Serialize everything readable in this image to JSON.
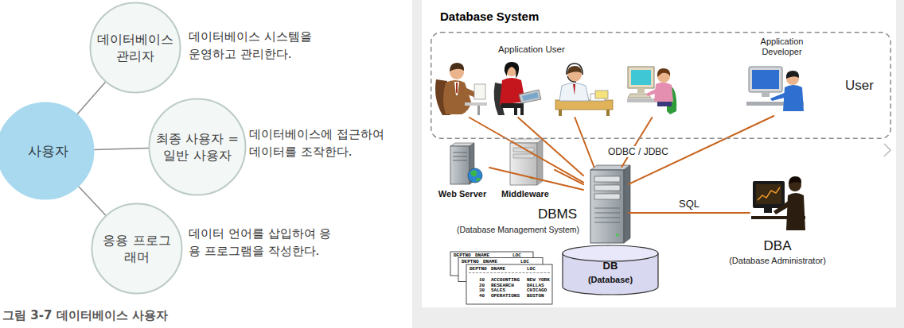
{
  "diagram": {
    "title": "Database System",
    "caption": "그림 3-7 데이터베이스 사용자",
    "nodes": [
      {
        "text": [
          "데이터베이스 관리자"
        ]
      },
      {
        "text": [
          "사용자"
        ]
      },
      {
        "text": [
          "최종 사용자 = 일반 사용자"
        ]
      },
      {
        "text": [
          "응용 프로그래머"
        ]
      },
      {
        "text": [
          "User"
        ]
      },
      {
        "text": [
          "Application User"
        ],
        "in": 4
      },
      {
        "text": [
          "Application Developer"
        ],
        "in": 4
      },
      {
        "text": [
          "Web Server"
        ]
      },
      {
        "text": [
          "Middleware"
        ]
      },
      {
        "text": [
          "DBMS",
          "(Database Management System)"
        ]
      },
      {
        "text": [
          "DB",
          "(Database)"
        ]
      },
      {
        "text": [
          "DBA",
          "(Database Administrator)"
        ]
      }
    ],
    "edges": [
      {
        "from": 1,
        "to": 0,
        "arrow": "none"
      },
      {
        "from": 1,
        "to": 2,
        "arrow": "none"
      },
      {
        "from": 1,
        "to": 3,
        "arrow": "none"
      },
      {
        "from": 5,
        "to": 9,
        "arrow": "none"
      },
      {
        "from": 6,
        "to": 9,
        "arrow": "none"
      },
      {
        "from": 7,
        "to": 9,
        "arrow": "none"
      },
      {
        "from": 8,
        "to": 9,
        "arrow": "none"
      },
      {
        "from": 9,
        "to": 11,
        "label": "SQL",
        "arrow": "none"
      }
    ],
    "labels": [
      "데이터베이스 시스템을 운영하고 관리한다.",
      "데이터베이스에 접근하여 데이터를 조작한다.",
      "데이터 언어를 삽입하여 응용 프로그램을 작성한다.",
      "ODBC / JDBC",
      "DEPTNO",
      "DNAME",
      "LOC",
      "DEPTNO",
      "DNAME",
      "LOC",
      "DEPTNO",
      "DNAME",
      "LOC",
      "10",
      "ACCOUNTING",
      "NEW YORK",
      "20",
      "RESEARCH",
      "DALLAS",
      "30",
      "SALES",
      "CHICAGO",
      "40",
      "OPERATIONS",
      "BOSTON"
    ]
  }
}
